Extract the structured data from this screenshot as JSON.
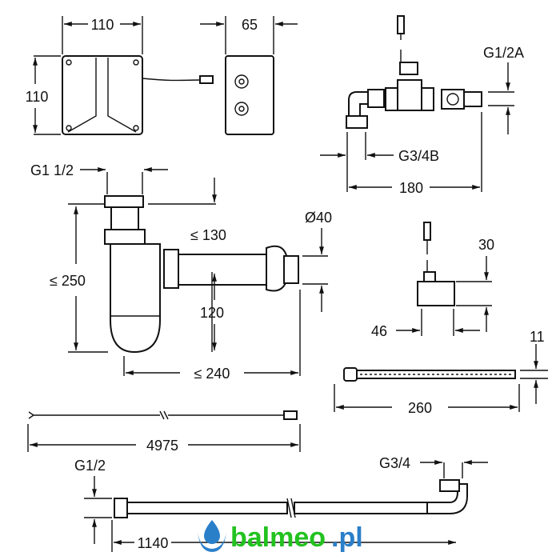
{
  "dimensions": {
    "box_width": "110",
    "box_depth": "65",
    "box_height": "110",
    "valve_outlet": "G1/2A",
    "valve_inlet": "G3/4B",
    "valve_length": "180",
    "siphon_thread": "G1 1/2",
    "siphon_height": "≤ 250",
    "siphon_offset": "≤ 130",
    "siphon_diameter": "Ø40",
    "siphon_outlet_height": "120",
    "siphon_length": "≤ 240",
    "sensor_height": "30",
    "sensor_width": "46",
    "strap_width": "11",
    "strap_length": "260",
    "cable_length": "4975",
    "hose_thread_left": "G1/2",
    "hose_thread_right": "G3/4",
    "hose_length": "1140"
  },
  "logo": {
    "text_green": "balmeo",
    "text_blue": ".pl",
    "green": "#22c21f",
    "blue": "#2a7fc9"
  }
}
